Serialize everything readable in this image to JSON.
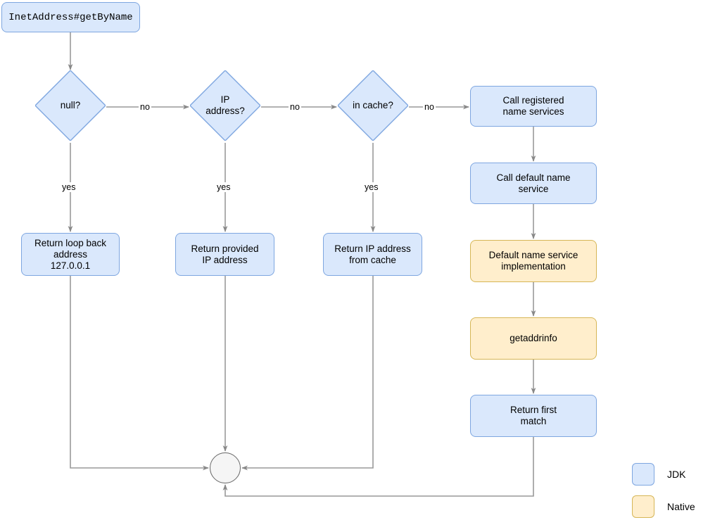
{
  "diagram": {
    "title": "InetAddress#getByName",
    "colors": {
      "jdk_fill": "#dae8fc",
      "jdk_stroke": "#7ea6e0",
      "native_fill": "#ffeecc",
      "native_stroke": "#d6b656",
      "edge_stroke": "#999999",
      "merge_fill": "#f5f5f5",
      "merge_stroke": "#666666",
      "background": "#ffffff",
      "text": "#000000"
    }
  },
  "nodes": {
    "entry": {
      "label": "InetAddress#getByName",
      "kind": "jdk"
    },
    "null_check": {
      "label": "null?",
      "kind": "decision"
    },
    "ip_check": {
      "label": "IP\naddress?",
      "kind": "decision"
    },
    "cache_check": {
      "label": "in cache?",
      "kind": "decision"
    },
    "return_loopback": {
      "label": "Return loop back\naddress\n127.0.0.1",
      "kind": "jdk"
    },
    "return_provided": {
      "label": "Return provided\nIP address",
      "kind": "jdk"
    },
    "return_cached": {
      "label": "Return IP address\nfrom cache",
      "kind": "jdk"
    },
    "call_registered": {
      "label": "Call registered\nname services",
      "kind": "jdk"
    },
    "call_default": {
      "label": "Call default name\nservice",
      "kind": "jdk"
    },
    "default_impl": {
      "label": "Default name service\nimplementation",
      "kind": "native"
    },
    "getaddrinfo": {
      "label": "getaddrinfo",
      "kind": "native"
    },
    "return_first": {
      "label": "Return first\nmatch",
      "kind": "jdk"
    },
    "merge": {
      "label": "",
      "kind": "merge"
    }
  },
  "edge_labels": {
    "null_no": "no",
    "null_yes": "yes",
    "ip_no": "no",
    "ip_yes": "yes",
    "cache_no": "no",
    "cache_yes": "yes"
  },
  "legend": {
    "items": [
      {
        "label": "JDK",
        "kind": "jdk"
      },
      {
        "label": "Native",
        "kind": "native"
      }
    ]
  }
}
